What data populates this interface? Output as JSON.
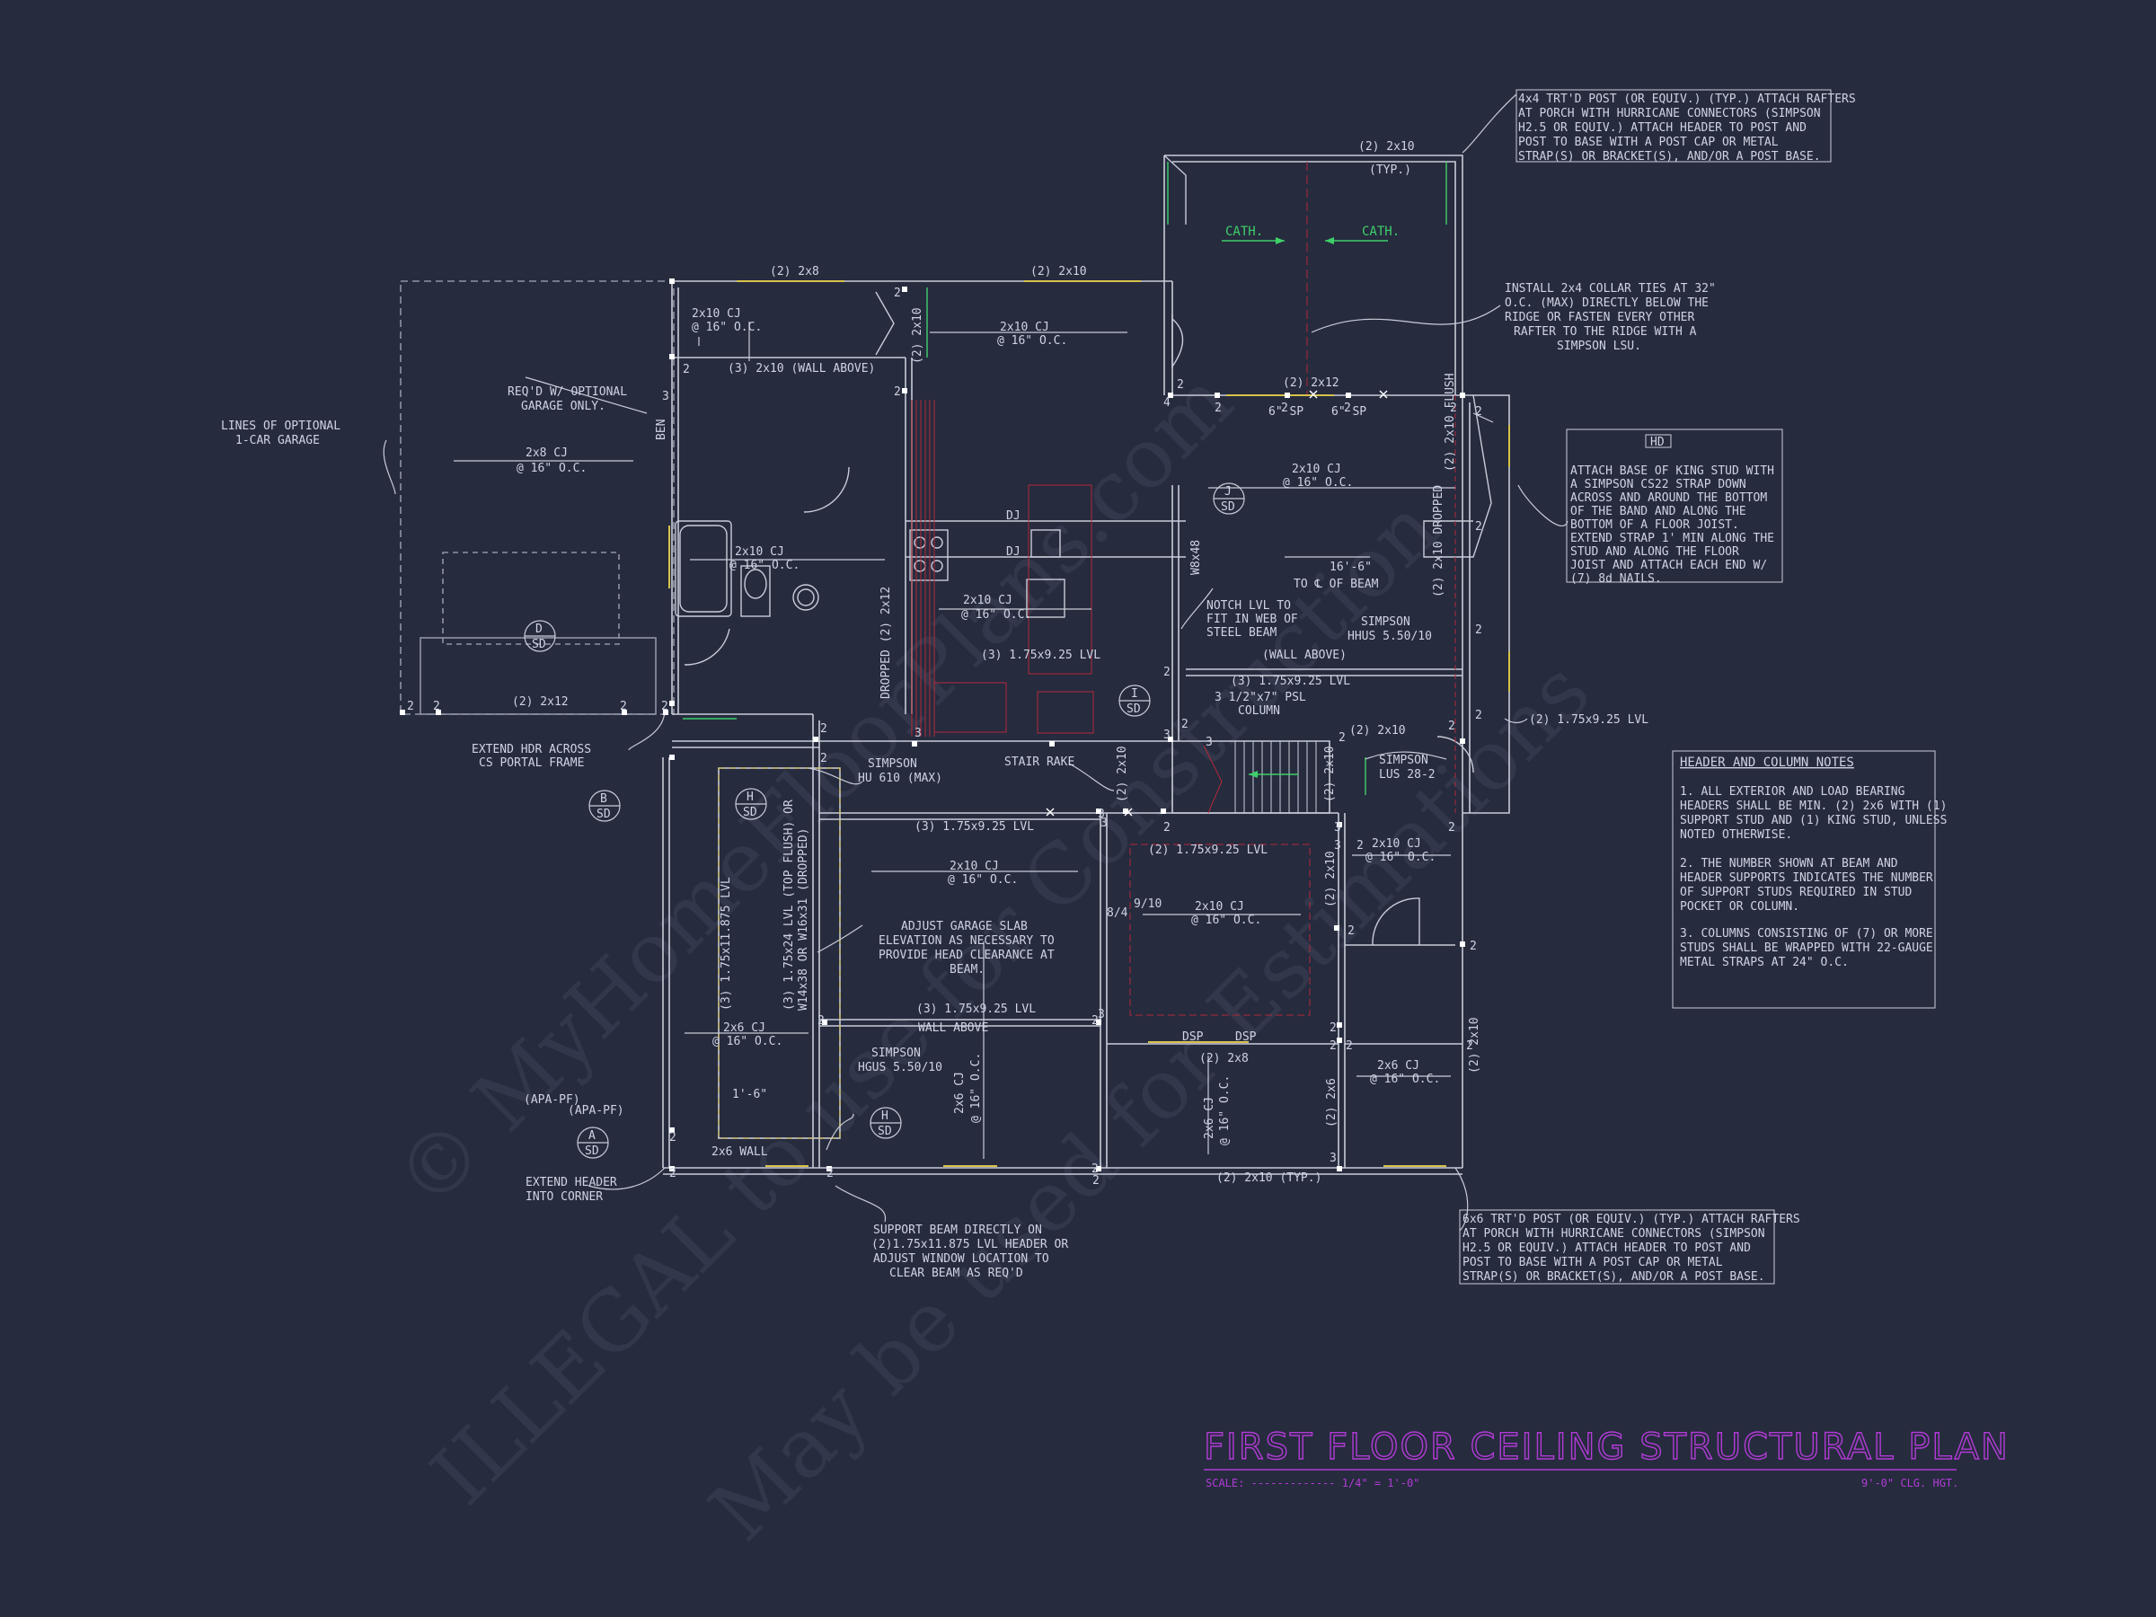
{
  "watermark": {
    "line1": "© MyHomeFloorPlans.com",
    "line2": "ILLEGAL to use for Construction",
    "line3": "May be used for Estimations"
  },
  "title_block": {
    "title": "FIRST FLOOR CEILING STRUCTURAL PLAN",
    "scale": "SCALE: ------------- 1/4\" = 1'-0\"",
    "ceiling": "9'-0\" CLG. HGT."
  },
  "notes": {
    "heading": "HEADER AND COLUMN NOTES",
    "n1": [
      "1. ALL EXTERIOR AND LOAD BEARING",
      "HEADERS SHALL BE MIN. (2) 2x6 WITH (1)",
      "SUPPORT STUD AND (1) KING STUD, UNLESS",
      "NOTED OTHERWISE."
    ],
    "n2": [
      "2. THE NUMBER SHOWN AT BEAM AND",
      "HEADER SUPPORTS INDICATES THE NUMBER",
      "OF SUPPORT STUDS REQUIRED IN STUD",
      "POCKET OR COLUMN."
    ],
    "n3": [
      "3. COLUMNS CONSISTING OF (7) OR MORE",
      "STUDS SHALL BE WRAPPED WITH 22-GAUGE",
      "METAL STRAPS AT 24\" O.C."
    ]
  },
  "callouts": {
    "porch_top": [
      "4x4 TRT'D POST (OR EQUIV.) (TYP.) ATTACH RAFTERS",
      "AT PORCH WITH HURRICANE CONNECTORS (SIMPSON",
      "H2.5 OR EQUIV.) ATTACH HEADER TO POST AND",
      "POST TO BASE WITH A POST CAP OR METAL",
      "STRAP(S) OR BRACKET(S), AND/OR A POST BASE."
    ],
    "porch_bottom": [
      "6x6 TRT'D POST (OR EQUIV.) (TYP.) ATTACH RAFTERS",
      "AT PORCH WITH HURRICANE CONNECTORS (SIMPSON",
      "H2.5 OR EQUIV.) ATTACH HEADER TO POST AND",
      "POST TO BASE WITH A POST CAP OR METAL",
      "STRAP(S) OR BRACKET(S), AND/OR A POST BASE."
    ],
    "collar": [
      "INSTALL 2x4 COLLAR TIES AT 32\"",
      "O.C. (MAX) DIRECTLY BELOW THE",
      "RIDGE OR FASTEN EVERY OTHER",
      "RAFTER TO THE RIDGE WITH A",
      "SIMPSON LSU."
    ],
    "hd_tag": "HD",
    "hd": [
      "ATTACH BASE OF KING STUD WITH",
      "A SIMPSON CS22 STRAP DOWN",
      "ACROSS AND AROUND THE BOTTOM",
      "OF THE BAND AND ALONG THE",
      "BOTTOM OF A FLOOR JOIST.",
      "EXTEND STRAP 1' MIN ALONG THE",
      "STUD AND ALONG THE FLOOR",
      "JOIST AND ATTACH EACH END W/",
      "(7) 8d NAILS."
    ],
    "garage_lines": [
      "LINES OF OPTIONAL",
      "1-CAR GARAGE"
    ],
    "reqd": [
      "REQ'D W/ OPTIONAL",
      "GARAGE ONLY."
    ],
    "extend_hdr": [
      "EXTEND HDR ACROSS",
      "CS PORTAL FRAME"
    ],
    "extend_corner": [
      "EXTEND HEADER",
      "INTO CORNER"
    ],
    "support_beam": [
      "SUPPORT BEAM DIRECTLY ON",
      "(2)1.75x11.875 LVL HEADER OR",
      "ADJUST WINDOW LOCATION TO",
      "CLEAR BEAM AS REQ'D"
    ],
    "adjust_slab": [
      "ADJUST GARAGE SLAB",
      "ELEVATION AS NECESSARY TO",
      "PROVIDE HEAD CLEARANCE AT",
      "BEAM."
    ],
    "notch": [
      "NOTCH LVL TO",
      "FIT IN WEB OF",
      "STEEL BEAM"
    ],
    "simpson_hu": [
      "SIMPSON",
      "HU 610 (MAX)"
    ],
    "simpson_hhus_r": [
      "SIMPSON",
      "HHUS 5.50/10"
    ],
    "simpson_hgus": [
      "SIMPSON",
      "HGUS 5.50/10"
    ],
    "simpson_lus": [
      "SIMPSON",
      "LUS 28-2"
    ],
    "psl": [
      "3 1/2\"x7\" PSL",
      "COLUMN"
    ],
    "apa": [
      "(APA-PF)",
      "(APA-PF)"
    ]
  },
  "labels": {
    "h_2_2x8_top": "(2) 2x8",
    "h_2_2x10_top": "(2) 2x10",
    "h_2_2x10_porch": "(2) 2x10",
    "typ_porch": "(TYP.)",
    "cath1": "CATH.",
    "cath2": "CATH.",
    "cj_bath_a": "2x10 CJ",
    "cj_bath_b": "@ 16\" O.C.",
    "cj_top_a": "2x10 CJ",
    "cj_top_b": "@ 16\" O.C.",
    "wall_above_3": "(3) 2x10 (WALL ABOVE)",
    "v_2x10": "(2) 2x10",
    "h_2x12": "(2) 2x12",
    "sp1": "6\" SP",
    "sp2": "6\" SP",
    "cj_gar_a": "2x8 CJ",
    "cj_gar_b": "@ 16\" O.C.",
    "cj_fam_a": "2x10 CJ",
    "cj_fam_b": "@ 16\" O.C.",
    "flush": "(2) 2x10 FLUSH",
    "dj1": "DJ",
    "dj2": "DJ",
    "cj_mid_a": "2x10 CJ",
    "cj_mid_b": "@ 16\" O.C.",
    "cj_k_a": "2x10 CJ",
    "cj_k_b": "@ 16\" O.C.",
    "w16": "16'-6\"",
    "to_beam": "TO ℄ OF BEAM",
    "w8": "W8x48",
    "dropped_r": "(2) 2x10 DROPPED",
    "lvl1": "(3) 1.75x9.25 LVL",
    "wall_above_r": "(WALL ABOVE)",
    "lvl2": "(3) 1.75x9.25 LVL",
    "dropped_l": "DROPPED (2) 2x12",
    "h_2x12_gar": "(2) 2x12",
    "h_2x10_stair": "(2) 2x10",
    "lvl_right": "(2) 1.75x9.25 LVL",
    "stair_rake": "STAIR RAKE",
    "v_2x10_s1": "(2) 2x10",
    "v_2x10_s2": "(2) 2x10",
    "lvl3": "(3) 1.75x9.25 LVL",
    "lvl4": "(2) 1.75x9.25 LVL",
    "cj_g_a": "2x10 CJ",
    "cj_g_b": "@ 16\" O.C.",
    "cj_c_a": "2x10 CJ",
    "cj_c_b": "@ 16\" O.C.",
    "cj_rr_a": "2x10 CJ",
    "cj_rr_b": "@ 16\" O.C.",
    "v_2x10_rr": "(2) 2x10",
    "lvl5": "(3) 1.75x9.25 LVL",
    "wall_above_g": "WALL ABOVE",
    "lvl_v1": "(3) 1.75x11.875 LVL",
    "lvl_v2": "(3) 1.75x24 LVL (TOP FLUSH) OR",
    "lvl_v3": "W14x38 OR W16x31 (DROPPED)",
    "cj_6a": "2x6 CJ",
    "cj_6b": "@ 16\" O.C.",
    "dim_1": "1'-6\"",
    "wall_2x6": "2x6 WALL",
    "cj_v_a": "2x6 CJ",
    "cj_v_b": "@ 16\" O.C.",
    "dsp1": "DSP",
    "dsp2": "DSP",
    "h_2x8_b": "(2) 2x8",
    "cj_v2_a": "2x6 CJ",
    "cj_v2_b": "@ 16\" O.C.",
    "v_2x6_b": "(2) 2x6",
    "cj_br_a": "2x6 CJ",
    "cj_br_b": "@ 16\" O.C.",
    "v_2x10_br": "(2) 2x10",
    "h_typ_bottom": "(2) 2x10 (TYP.)",
    "n84": "8/4",
    "n910": "9/10",
    "ben": "BEN"
  },
  "tags": {
    "j": {
      "letter": "J",
      "sd": "SD"
    },
    "d": {
      "letter": "D",
      "sd": "SD"
    },
    "b": {
      "letter": "B",
      "sd": "SD"
    },
    "h1": {
      "letter": "H",
      "sd": "SD"
    },
    "h2": {
      "letter": "H",
      "sd": "SD"
    },
    "a": {
      "letter": "A",
      "sd": "SD"
    },
    "i": {
      "letter": "I",
      "sd": "SD"
    }
  },
  "studs": {
    "s1": "2",
    "s2": "2",
    "s3": "2",
    "s4": "3",
    "s5": "2",
    "s6": "2",
    "s7": "2",
    "s8": "2",
    "s9": "2",
    "s10": "4",
    "s11": "2",
    "s12": "2",
    "s13": "2",
    "s14": "2",
    "s15": "2",
    "s16": "3",
    "s17": "3",
    "s18": "2",
    "s19": "2",
    "s20": "2",
    "s21": "2",
    "s22": "2",
    "s23": "2",
    "s24": "3",
    "s25": "2",
    "s26": "3",
    "s27": "3",
    "s28": "2",
    "s29": "2",
    "s30": "2",
    "s31": "2",
    "s32": "2",
    "s33": "2",
    "s34": "3",
    "s35": "2",
    "s36": "2",
    "s37": "2",
    "s38": "2",
    "s39": "3",
    "s40": "3",
    "s41": "3",
    "s42": "2",
    "s43": "2",
    "s44": "2",
    "s45": "2",
    "s46": "2",
    "s47": "2",
    "s48": "2",
    "s49": "2"
  }
}
